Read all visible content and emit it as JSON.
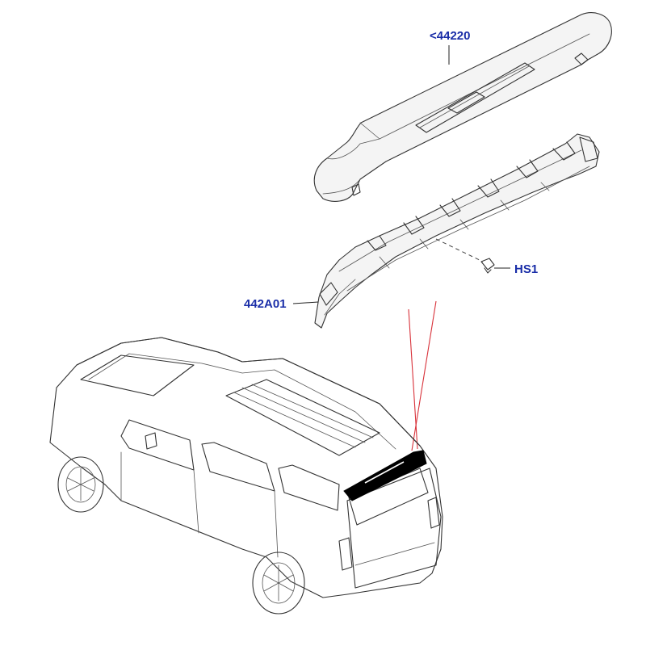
{
  "callouts": [
    {
      "id": "spoiler",
      "label": "<44220"
    },
    {
      "id": "bracket",
      "label": "442A01"
    },
    {
      "id": "screw",
      "label": "HS1"
    }
  ],
  "colors": {
    "callout_text": "#1a2ea8",
    "highlight": "#000000",
    "projection_line": "#d8323a",
    "line_art": "#333333"
  }
}
